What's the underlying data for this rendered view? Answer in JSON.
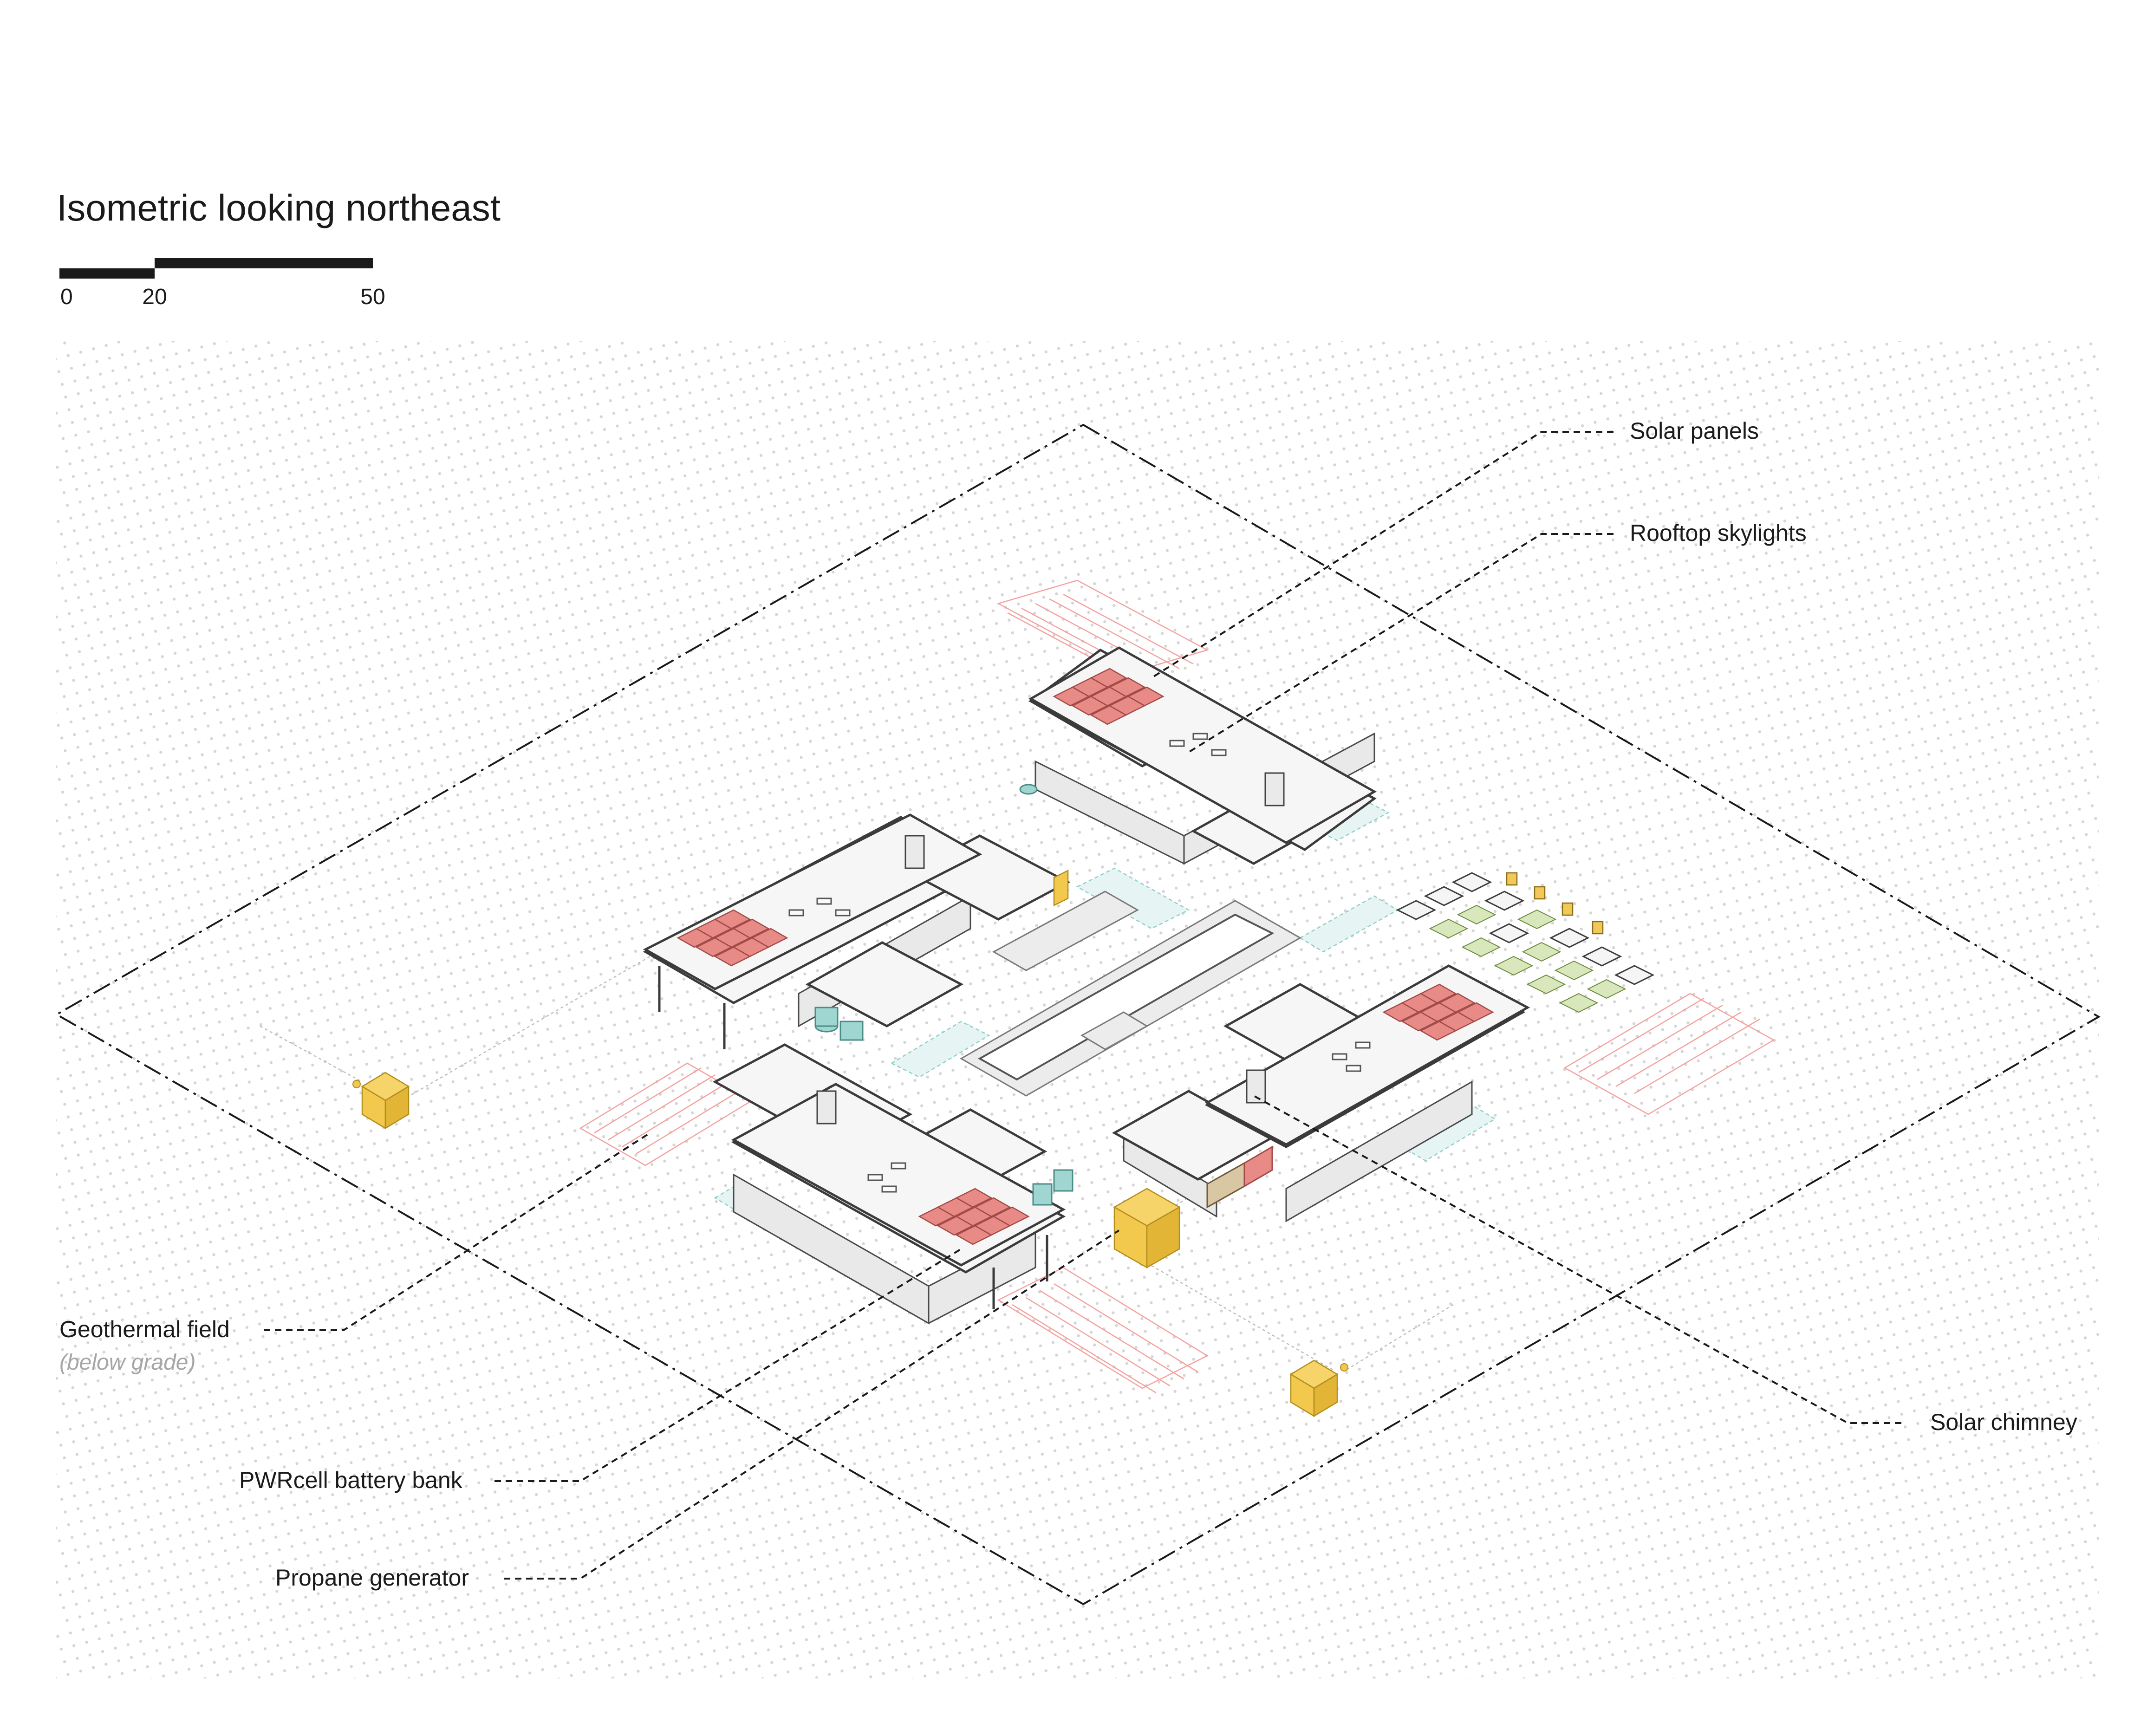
{
  "title": "Isometric looking northeast",
  "scale_bar": {
    "ticks": [
      "0",
      "20",
      "50"
    ]
  },
  "labels": {
    "solar_panels": "Solar panels",
    "rooftop_skylights": "Rooftop skylights",
    "geothermal_field": "Geothermal field",
    "geothermal_field_note": "(below grade)",
    "pwrcell_battery_bank": "PWRcell battery bank",
    "propane_generator": "Propane generator",
    "solar_chimney": "Solar chimney"
  },
  "colors": {
    "solar_panel": "#e88b86",
    "geothermal": "#f2a3a0",
    "battery": "#f2c94c",
    "water_tank": "#9fd6d1",
    "pad": "#e6f5f4",
    "garden": "#d9e7bd"
  }
}
